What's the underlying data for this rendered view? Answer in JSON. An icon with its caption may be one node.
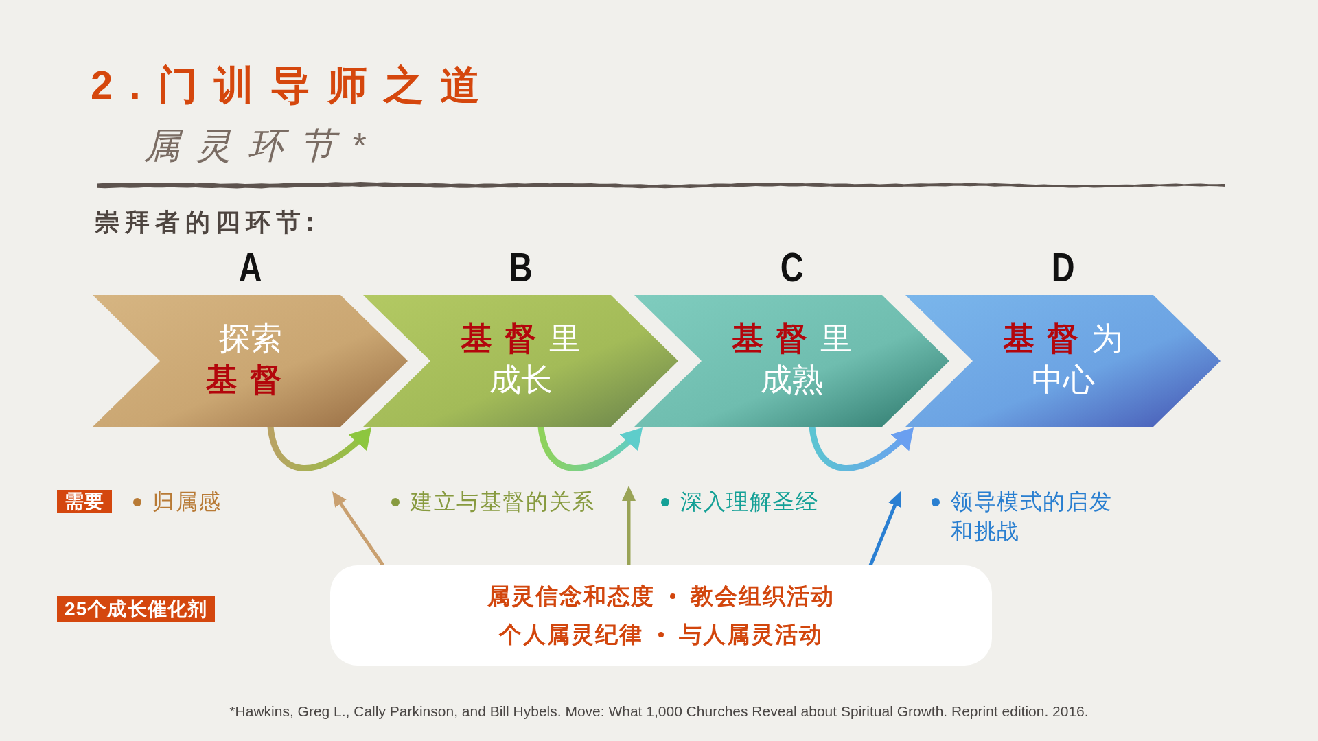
{
  "diagram": {
    "title": "2. 门训导师之道",
    "labels": [
      "属灵环节*",
      "崇拜者的四环节:",
      "归属感",
      "建立与基督的关系",
      "深入理解圣经",
      "领导模式的启发和挑战"
    ],
    "nodes": [
      {
        "text": [
          "A",
          "探索**基督**"
        ]
      },
      {
        "text": [
          "B",
          "**基督**里成长"
        ]
      },
      {
        "text": [
          "C",
          "**基督**里成熟"
        ]
      },
      {
        "text": [
          "D",
          "**基督**为中心"
        ]
      },
      {
        "text": [
          "需要"
        ]
      },
      {
        "text": [
          "25个成长催化剂"
        ]
      },
      {
        "text": [
          "属灵信念和态度",
          "教会组织活动",
          "个人属灵纪律",
          "与人属灵活动"
        ]
      }
    ],
    "edges": [
      {
        "from": 0,
        "to": 1,
        "arrow": "to",
        "color": "#8dc63f"
      },
      {
        "from": 1,
        "to": 2,
        "arrow": "to",
        "color": "#5ecdcb"
      },
      {
        "from": 2,
        "to": 3,
        "arrow": "to",
        "color": "#6a9ff0"
      },
      {
        "from": 6,
        "to": null,
        "arrow": "to",
        "color": "#c9a070"
      },
      {
        "from": 6,
        "to": null,
        "arrow": "to",
        "color": "#99a356"
      },
      {
        "from": 6,
        "to": null,
        "arrow": "to",
        "color": "#2a7fd2"
      }
    ],
    "caption": "*Hawkins, Greg L., Cally Parkinson, and Bill Hybels. Move: What 1,000 Churches Reveal about Spiritual Growth. Reprint edition. 2016."
  }
}
